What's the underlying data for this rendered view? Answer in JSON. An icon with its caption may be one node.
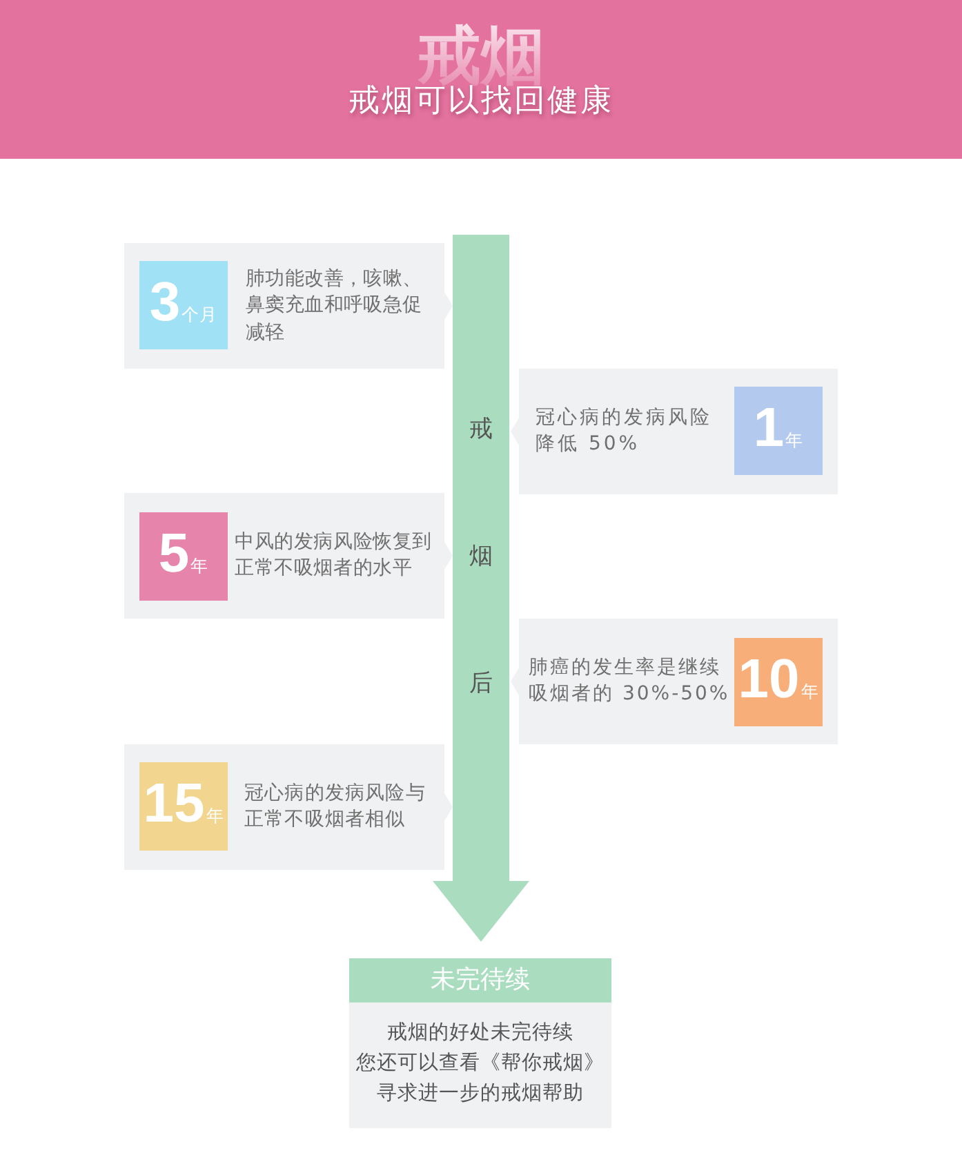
{
  "diagram": {
    "title": "戒烟可以找回健康",
    "nodes": [
      {
        "text": [
          "戒烟后"
        ]
      },
      {
        "text": [
          "肺功能改善，咳嗽、鼻窦充血和呼吸急促减轻"
        ]
      },
      {
        "text": [
          "3",
          "个月"
        ],
        "in": 1
      },
      {
        "text": [
          "冠心病的发病风险降低 50%"
        ]
      },
      {
        "text": [
          "1",
          "年"
        ],
        "in": 3
      },
      {
        "text": [
          "中风的发病风险恢复到正常不吸烟者的水平"
        ]
      },
      {
        "text": [
          "5",
          "年"
        ],
        "in": 5
      },
      {
        "text": [
          "肺癌的发生率是继续吸烟者的 30%-50%"
        ]
      },
      {
        "text": [
          "10",
          "年"
        ],
        "in": 7
      },
      {
        "text": [
          "冠心病的发病风险与正常不吸烟者相似"
        ]
      },
      {
        "text": [
          "15",
          "年"
        ],
        "in": 9
      },
      {
        "text": [
          "未完待续",
          "戒烟的好处未完待续",
          "您还可以查看《帮你戒烟》",
          "寻求进一步的戒烟帮助"
        ]
      }
    ],
    "edges": [
      {
        "from": 0,
        "to": 11,
        "arrow": "to"
      }
    ],
    "labels": [
      "戒烟"
    ]
  }
}
